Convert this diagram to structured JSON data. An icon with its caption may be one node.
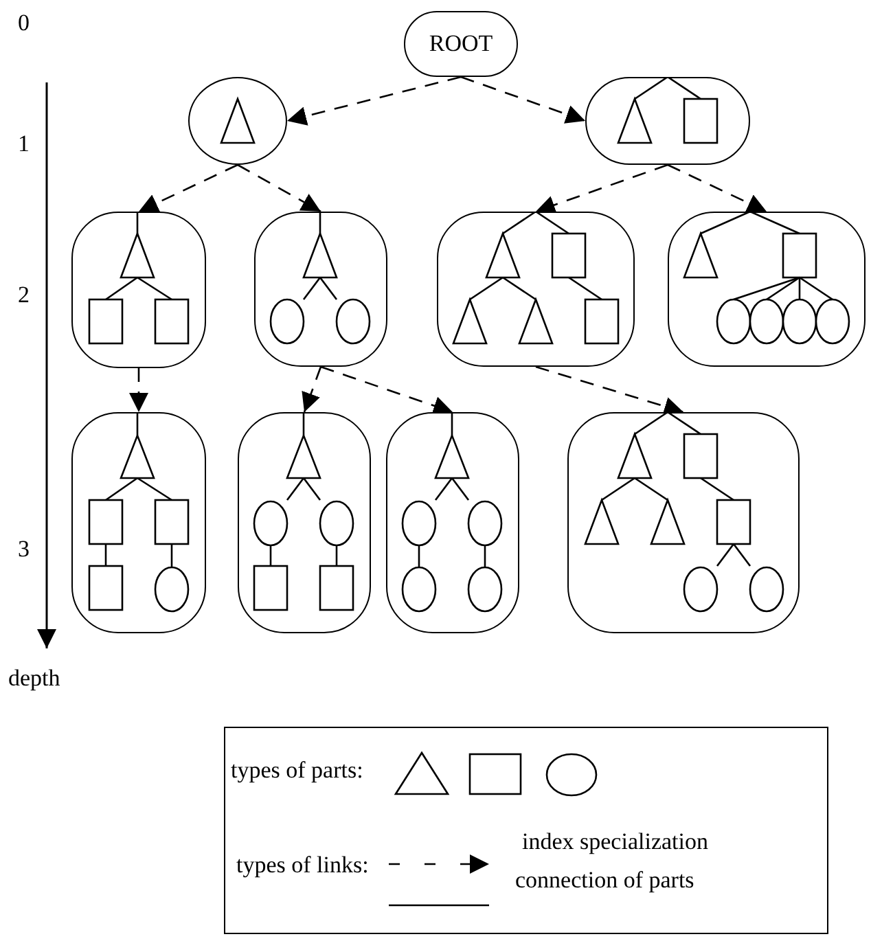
{
  "diagram": {
    "nodes": [
      {
        "text": [
          "ROOT"
        ]
      },
      {
        "text": [],
        "shape": "circle"
      },
      {
        "text": [],
        "shape": "box"
      },
      {
        "text": [],
        "shape": "box"
      },
      {
        "text": [],
        "shape": "box"
      },
      {
        "text": [],
        "shape": "box"
      },
      {
        "text": [],
        "shape": "box"
      },
      {
        "text": [],
        "shape": "box"
      },
      {
        "text": [],
        "shape": "box"
      },
      {
        "text": [],
        "shape": "box"
      },
      {
        "text": [],
        "shape": "box"
      }
    ],
    "edges": [
      {
        "from": 0,
        "to": 1,
        "arrow": "to",
        "style": "dashed"
      },
      {
        "from": 0,
        "to": 2,
        "arrow": "to",
        "style": "dashed"
      },
      {
        "from": 1,
        "to": 3,
        "arrow": "to",
        "style": "dashed"
      },
      {
        "from": 1,
        "to": 4,
        "arrow": "to",
        "style": "dashed"
      },
      {
        "from": 2,
        "to": 5,
        "arrow": "to",
        "style": "dashed"
      },
      {
        "from": 2,
        "to": 6,
        "arrow": "to",
        "style": "dashed"
      },
      {
        "from": 3,
        "to": 7,
        "arrow": "to",
        "style": "dashed"
      },
      {
        "from": 4,
        "to": 8,
        "arrow": "to",
        "style": "dashed"
      },
      {
        "from": 4,
        "to": 9,
        "arrow": "to",
        "style": "dashed"
      },
      {
        "from": 5,
        "to": 10,
        "arrow": "to",
        "style": "dashed"
      }
    ],
    "labels": [
      "0",
      "1",
      "2",
      "3",
      "depth",
      "types of parts:",
      "types of links:"
    ],
    "legend": [
      {
        "text": "index specialization"
      },
      {
        "text": "connection of parts"
      }
    ]
  }
}
